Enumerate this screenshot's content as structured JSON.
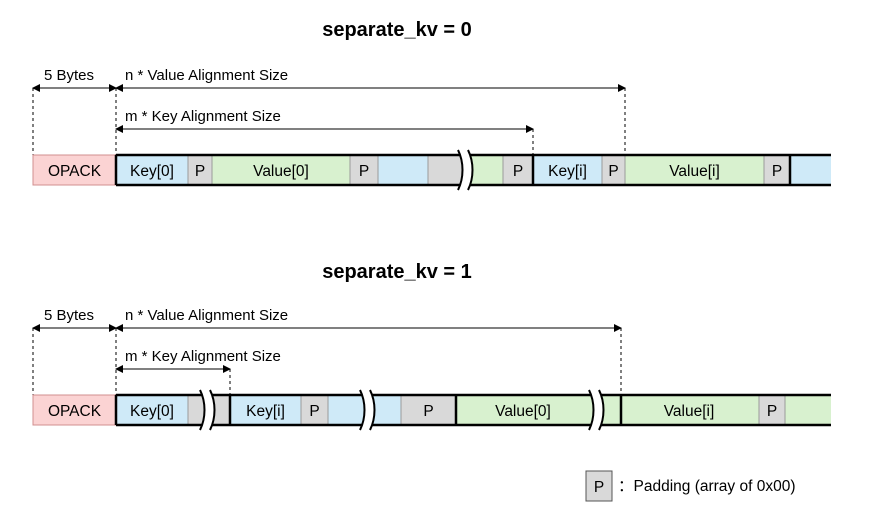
{
  "diagram_top": {
    "title": "separate_kv = 0",
    "dim_5bytes": "5 Bytes",
    "dim_value_align": "n * Value Alignment Size",
    "dim_key_align": "m * Key Alignment Size",
    "cells": {
      "opack": "OPACK",
      "key0": "Key[0]",
      "p1": "P",
      "value0": "Value[0]",
      "p2": "P",
      "p3": "P",
      "keyi": "Key[i]",
      "p4": "P",
      "valuei": "Value[i]",
      "p5": "P"
    }
  },
  "diagram_bottom": {
    "title": "separate_kv = 1",
    "dim_5bytes": "5 Bytes",
    "dim_value_align": "n * Value Alignment Size",
    "dim_key_align": "m * Key Alignment Size",
    "cells": {
      "opack": "OPACK",
      "key0": "Key[0]",
      "keyi": "Key[i]",
      "p1": "P",
      "p2": "P",
      "value0": "Value[0]",
      "valuei": "Value[i]",
      "p3": "P"
    }
  },
  "legend": {
    "symbol": "P",
    "text": "：Padding (array of 0x00)"
  },
  "colors": {
    "opack": "#fbd3d3",
    "key": "#cfeaf8",
    "value": "#d8f1cf",
    "padding": "#d9d9d9"
  }
}
